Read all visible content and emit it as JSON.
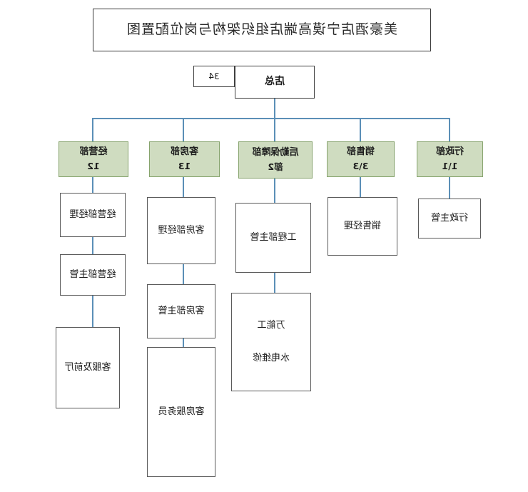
{
  "chart_title": "美豪酒店宁谟高端店组织架构与岗位配置图",
  "root": {
    "label": "店总",
    "headcount": "34"
  },
  "departments": [
    {
      "name": "行政部",
      "count": "1\\1",
      "positions": [
        {
          "lines": [
            "行政主管"
          ]
        }
      ]
    },
    {
      "name": "销售部",
      "count": "3\\3",
      "positions": [
        {
          "lines": [
            "销售经理"
          ]
        }
      ]
    },
    {
      "name": "后勤保障部",
      "count": "部2",
      "positions": [
        {
          "lines": [
            "工程部主管"
          ]
        },
        {
          "lines": [
            "万能工",
            "水电维修"
          ]
        }
      ]
    },
    {
      "name": "客房部",
      "count": "13",
      "positions": [
        {
          "lines": [
            "客房部经理"
          ]
        },
        {
          "lines": [
            "客房部主管"
          ]
        },
        {
          "lines": [
            "客房服务员"
          ]
        }
      ]
    },
    {
      "name": "经营部",
      "count": "12",
      "positions": [
        {
          "lines": [
            "经营部经理"
          ]
        },
        {
          "lines": [
            "经营部主管"
          ]
        },
        {
          "lines": [
            "客服及前厅"
          ]
        }
      ]
    }
  ],
  "colors": {
    "department_fill": "#cfdcc0",
    "department_border": "#86a36d",
    "connector": "#5b8fb7",
    "box_border": "#5a5a5a",
    "background": "#ffffff"
  }
}
